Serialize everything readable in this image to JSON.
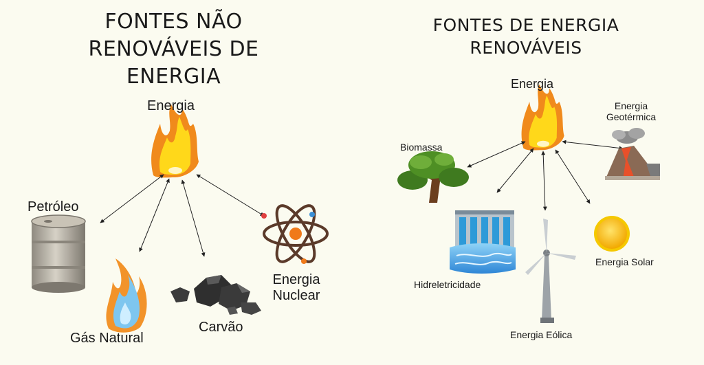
{
  "left": {
    "title_line1": "FONTES NÃO",
    "title_line2": "RENOVÁVEIS DE",
    "title_line3": "ENERGIA",
    "energy_label": "Energia",
    "items": {
      "petroleo": "Petróleo",
      "gas_natural": "Gás Natural",
      "carvao": "Carvão",
      "nuclear_line1": "Energia",
      "nuclear_line2": "Nuclear"
    }
  },
  "right": {
    "title_line1": "FONTES DE ENERGIA",
    "title_line2": "RENOVÁVEIS",
    "energy_label": "Energia",
    "items": {
      "biomassa": "Biomassa",
      "geotermica_line1": "Energia",
      "geotermica_line2": "Geotérmica",
      "hidreletricidade": "Hidreletricidade",
      "eolica": "Energia Eólica",
      "solar": "Energia Solar"
    }
  },
  "colors": {
    "background": "#fbfbf0",
    "flame_outer": "#f08a1c",
    "flame_inner": "#ffd81a",
    "arrow": "#222222"
  },
  "icons": [
    "fire-icon",
    "oil-barrel-icon",
    "gas-flame-icon",
    "coal-icon",
    "atom-icon",
    "tree-icon",
    "volcano-icon",
    "dam-icon",
    "wind-turbine-icon",
    "sun-icon"
  ]
}
